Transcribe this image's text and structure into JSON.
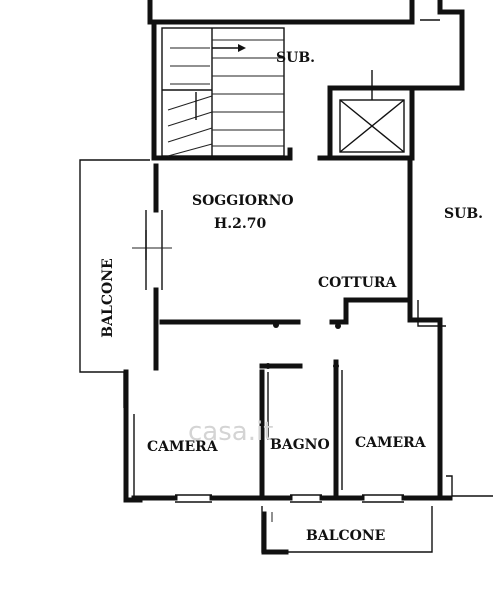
{
  "labels": {
    "sub_top": "SUB.",
    "sub_right": "SUB.",
    "soggiorno": "SOGGIORNO",
    "soggiorno_height": "H.2.70",
    "cottura": "COTTURA",
    "balcone_left": "BALCONE",
    "camera_left": "CAMERA",
    "bagno": "BAGNO",
    "camera_right": "CAMERA",
    "balcone_bottom": "BALCONE"
  },
  "watermark": "casa.it"
}
